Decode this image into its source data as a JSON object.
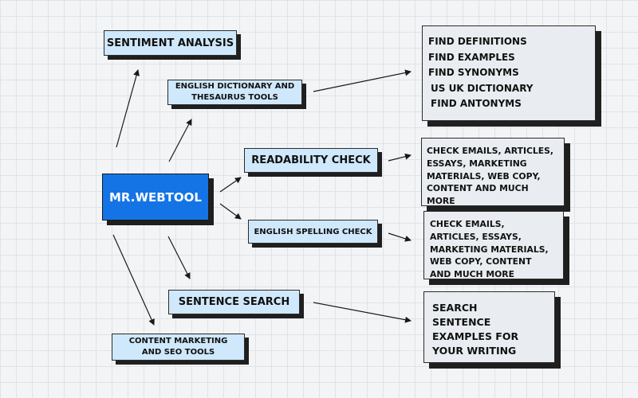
{
  "root": {
    "label": "MR.WEBTOOL"
  },
  "nodes": {
    "sentiment_analysis": "SENTIMENT ANALYSIS",
    "dictionary_tools": "ENGLISH DICTIONARY AND THESAURUS TOOLS",
    "readability_check": "READABILITY CHECK",
    "spelling_check": "ENGLISH SPELLING CHECK",
    "sentence_search": "SENTENCE SEARCH",
    "content_marketing": "CONTENT MARKETING AND SEO TOOLS"
  },
  "details": {
    "dictionary": [
      "FIND DEFINITIONS",
      "FIND EXAMPLES",
      "FIND SYNONYMS",
      "US UK DICTIONARY",
      "FIND ANTONYMS"
    ],
    "readability": [
      "CHECK EMAILS, ARTICLES,",
      "ESSAYS, MARKETING",
      "MATERIALS, WEB COPY,",
      "CONTENT AND MUCH",
      "MORE"
    ],
    "spelling": [
      "CHECK EMAILS,",
      "ARTICLES, ESSAYS,",
      "MARKETING MATERIALS,",
      "WEB COPY, CONTENT",
      "AND MUCH MORE"
    ],
    "sentence": [
      "SEARCH",
      "SENTENCE",
      "EXAMPLES FOR",
      "YOUR WRITING"
    ]
  },
  "colors": {
    "root_fill": "#1474e6",
    "node_fill": "#cfe8fb",
    "detail_fill": "#e9edf1",
    "shadow": "#1f1f1f"
  }
}
